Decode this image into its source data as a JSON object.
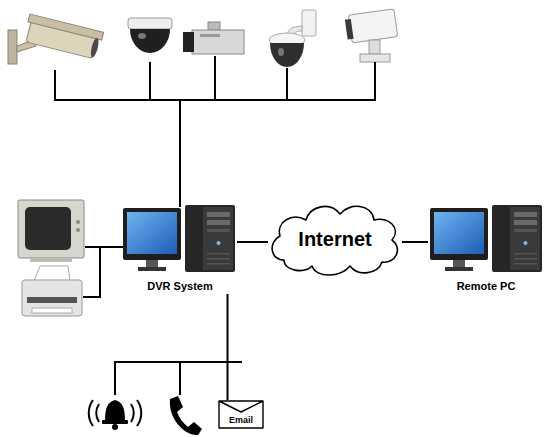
{
  "diagram": {
    "nodes": [
      {
        "text": [
          "DVR System"
        ]
      },
      {
        "text": [
          "Internet"
        ]
      },
      {
        "text": [
          "Remote PC"
        ]
      },
      {
        "text": [
          "Email"
        ]
      }
    ],
    "edges": [
      {
        "from": 0,
        "to": 1,
        "arrow": "none"
      },
      {
        "from": 1,
        "to": 2,
        "arrow": "none"
      },
      {
        "from": 0,
        "to": 3,
        "arrow": "none"
      }
    ]
  }
}
